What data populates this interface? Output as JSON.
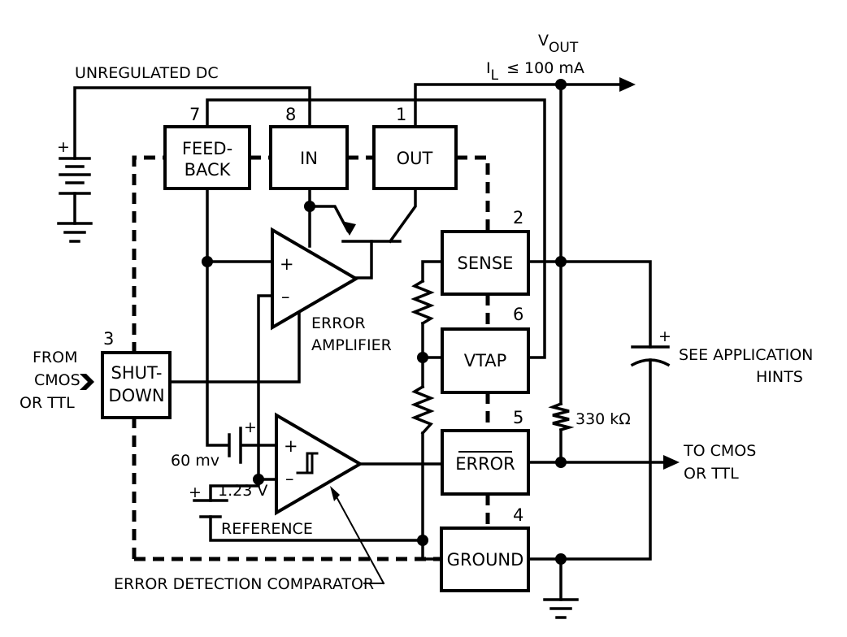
{
  "labels": {
    "vout": "V",
    "vout_sub": "OUT",
    "il": "I",
    "il_sub": "L",
    "il_rel": "≤ 100 mA",
    "unregulated": "UNREGULATED DC",
    "error_amp_1": "ERROR",
    "error_amp_2": "AMPLIFIER",
    "from_1": "FROM",
    "from_2": "CMOS",
    "from_3": "OR TTL",
    "see_1": "SEE APPLICATION",
    "see_2": "HINTS",
    "resistor": "330 kΩ",
    "to_1": "TO CMOS",
    "to_2": "OR TTL",
    "mv60": "60 mv",
    "v123": "1.23 V",
    "reference": "REFERENCE",
    "comparator": "ERROR DETECTION COMPARATOR",
    "plus": "+",
    "minus": "–"
  },
  "pins": {
    "feedback": {
      "num": "7",
      "line1": "FEED-",
      "line2": "BACK"
    },
    "in": {
      "num": "8",
      "label": "IN"
    },
    "out": {
      "num": "1",
      "label": "OUT"
    },
    "sense": {
      "num": "2",
      "label": "SENSE"
    },
    "vtap": {
      "num": "6",
      "label": "VTAP"
    },
    "error": {
      "num": "5",
      "label": "ERROR"
    },
    "ground": {
      "num": "4",
      "label": "GROUND"
    },
    "shutdown": {
      "num": "3",
      "line1": "SHUT-",
      "line2": "DOWN"
    }
  }
}
